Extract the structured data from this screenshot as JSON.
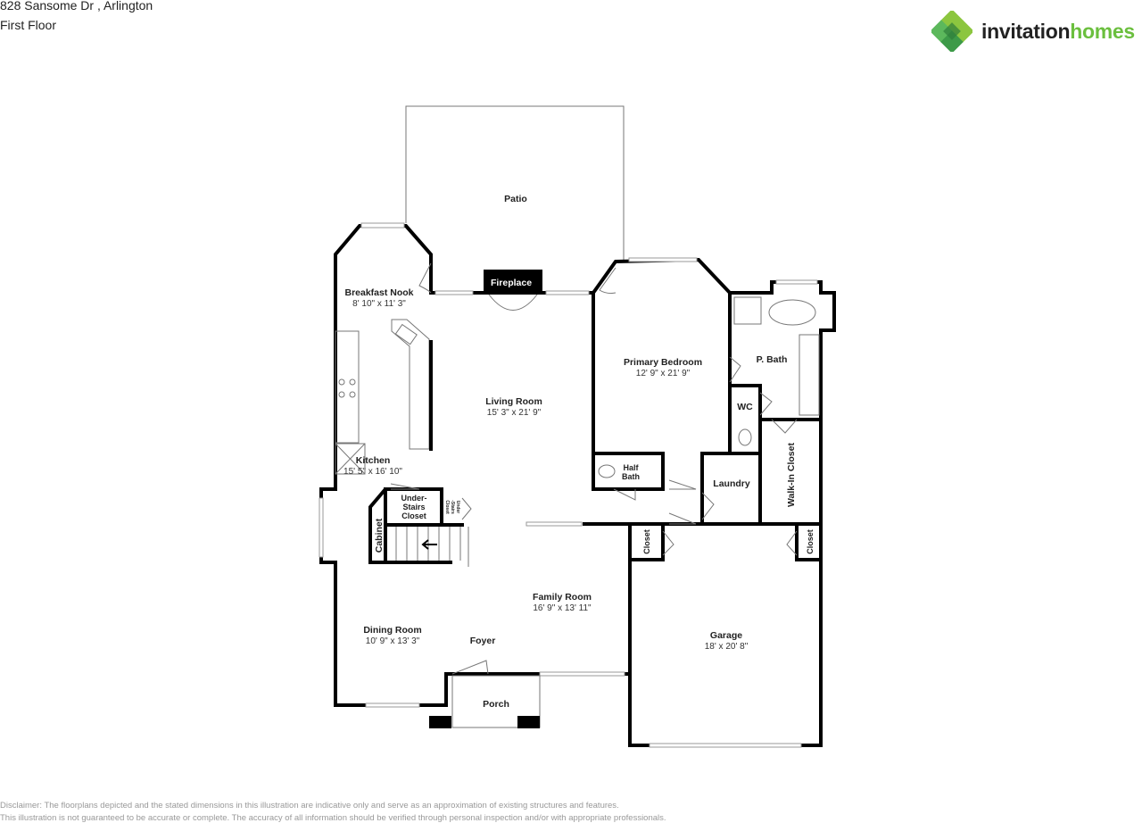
{
  "header": {
    "address": "828 Sansome Dr , Arlington",
    "floor": "First Floor"
  },
  "logo": {
    "text_dark": "invitation",
    "text_green": "homes",
    "brand_color": "#6bbf3e"
  },
  "rooms": {
    "patio": {
      "name": "Patio"
    },
    "fireplace": {
      "name": "Fireplace"
    },
    "breakfast_nook": {
      "name": "Breakfast Nook",
      "dims": "8' 10\" x 11' 3\""
    },
    "living_room": {
      "name": "Living Room",
      "dims": "15' 3\" x 21' 9\""
    },
    "primary_bedroom": {
      "name": "Primary Bedroom",
      "dims": "12' 9\" x 21' 9\""
    },
    "p_bath": {
      "name": "P. Bath"
    },
    "wc": {
      "name": "WC"
    },
    "kitchen": {
      "name": "Kitchen",
      "dims": "15' 5\" x 16' 10\""
    },
    "half_bath": {
      "name_1": "Half",
      "name_2": "Bath"
    },
    "laundry": {
      "name": "Laundry"
    },
    "walk_in_closet": {
      "name": "Walk-In Closet"
    },
    "under_stairs_closet": {
      "line1": "Under-",
      "line2": "Stairs",
      "line3": "Closet"
    },
    "under_stairs_small": {
      "line1": "Under",
      "line2": "-Stairs",
      "line3": "Closet"
    },
    "cabinet": {
      "name": "Cabinet"
    },
    "closet_left": {
      "name": "Closet"
    },
    "closet_right": {
      "name": "Closet"
    },
    "family_room": {
      "name": "Family Room",
      "dims": "16' 9\" x 13' 11\""
    },
    "dining_room": {
      "name": "Dining Room",
      "dims": "10' 9\" x 13' 3\""
    },
    "foyer": {
      "name": "Foyer"
    },
    "garage": {
      "name": "Garage",
      "dims": "18' x 20' 8\""
    },
    "porch": {
      "name": "Porch"
    }
  },
  "disclaimer": {
    "line1": "Disclaimer: The floorplans depicted and the stated dimensions in this illustration are indicative only and serve as an approximation of existing structures and features.",
    "line2": "This illustration is not guaranteed to be accurate or complete. The accuracy of all information should be verified through personal inspection and/or with appropriate professionals."
  }
}
